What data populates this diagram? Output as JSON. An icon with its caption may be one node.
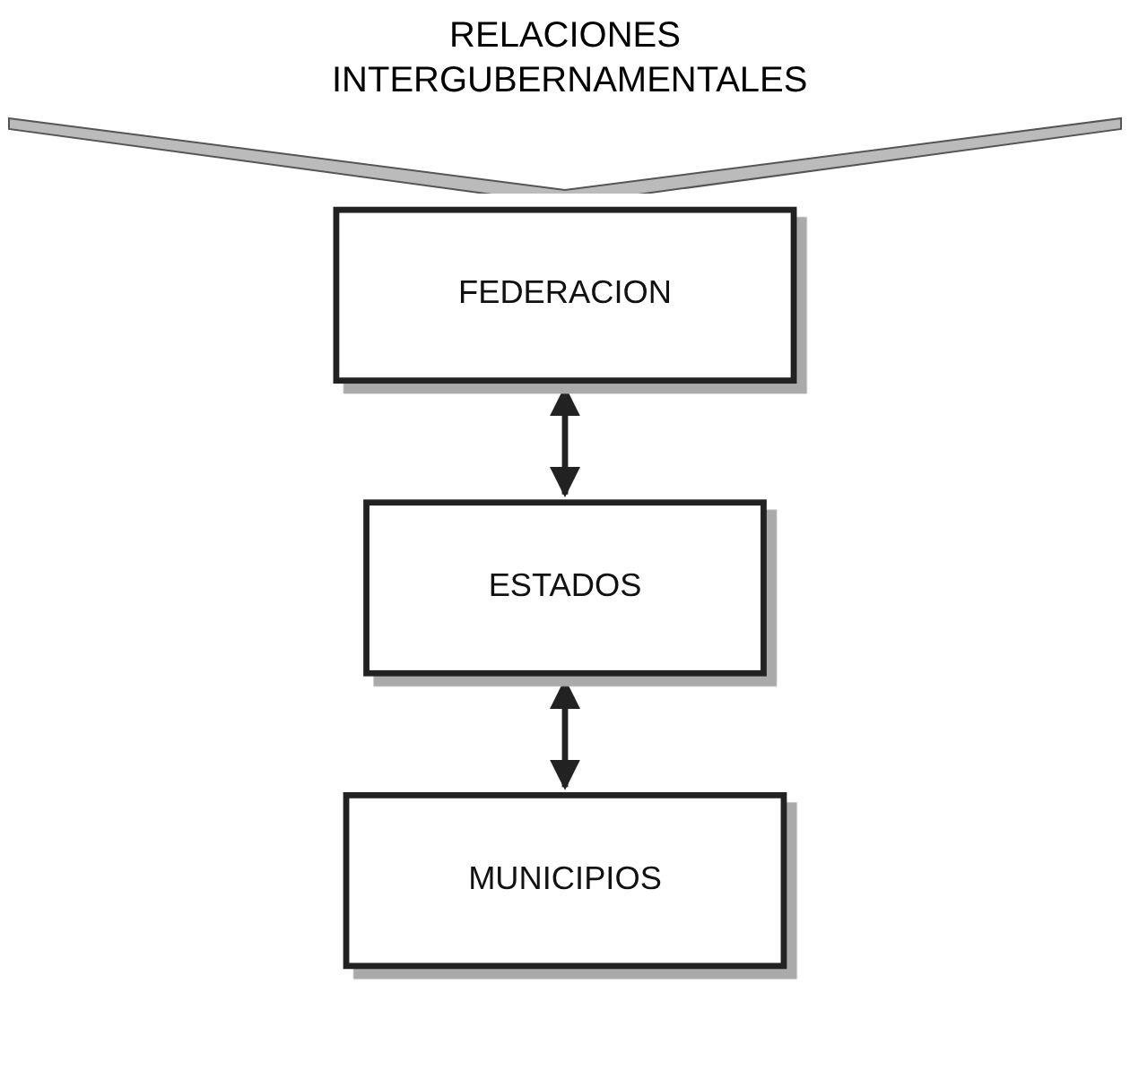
{
  "diagram": {
    "title": "RELACIONES INTERGUBERNAMENTALES",
    "nodes": [
      {
        "text": [
          "FEDERACION"
        ]
      },
      {
        "text": [
          "ESTADOS"
        ]
      },
      {
        "text": [
          "MUNICIPIOS"
        ]
      }
    ],
    "edges": [
      {
        "from": 0,
        "to": 1,
        "arrow": "both"
      },
      {
        "from": 1,
        "to": 2,
        "arrow": "both"
      }
    ]
  }
}
